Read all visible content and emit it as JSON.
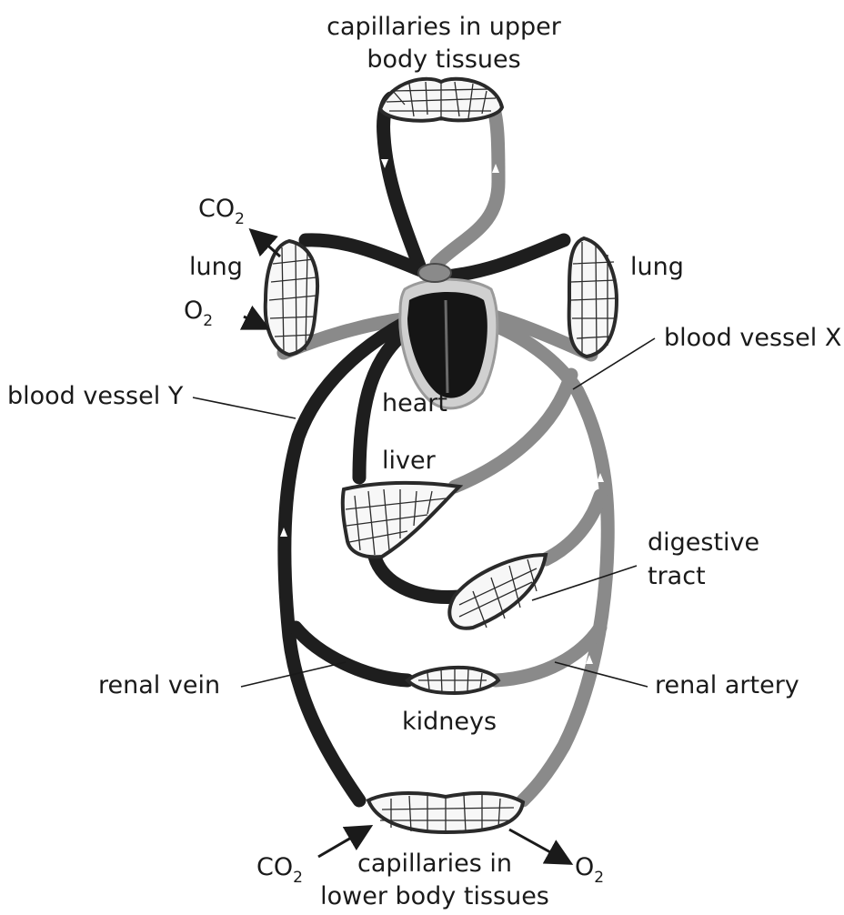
{
  "labels": {
    "upper_capillaries_line1": "capillaries in upper",
    "upper_capillaries_line2": "body tissues",
    "lung_left": "lung",
    "lung_right": "lung",
    "co2_left_main": "CO",
    "co2_left_sub": "2",
    "o2_left_main": "O",
    "o2_left_sub": "2",
    "blood_vessel_x": "blood vessel X",
    "blood_vessel_y": "blood vessel Y",
    "heart": "heart",
    "liver": "liver",
    "digestive_line1": "digestive",
    "digestive_line2": "tract",
    "renal_vein": "renal vein",
    "renal_artery": "renal artery",
    "kidneys": "kidneys",
    "co2_bottom_main": "CO",
    "co2_bottom_sub": "2",
    "o2_bottom_main": "O",
    "o2_bottom_sub": "2",
    "lower_capillaries_line1": "capillaries in",
    "lower_capillaries_line2": "lower body tissues"
  },
  "colors": {
    "artery": "#8a8a8a",
    "vein": "#1e1e1e",
    "organ_fill": "#f7f7f7",
    "heart": "#151515"
  }
}
